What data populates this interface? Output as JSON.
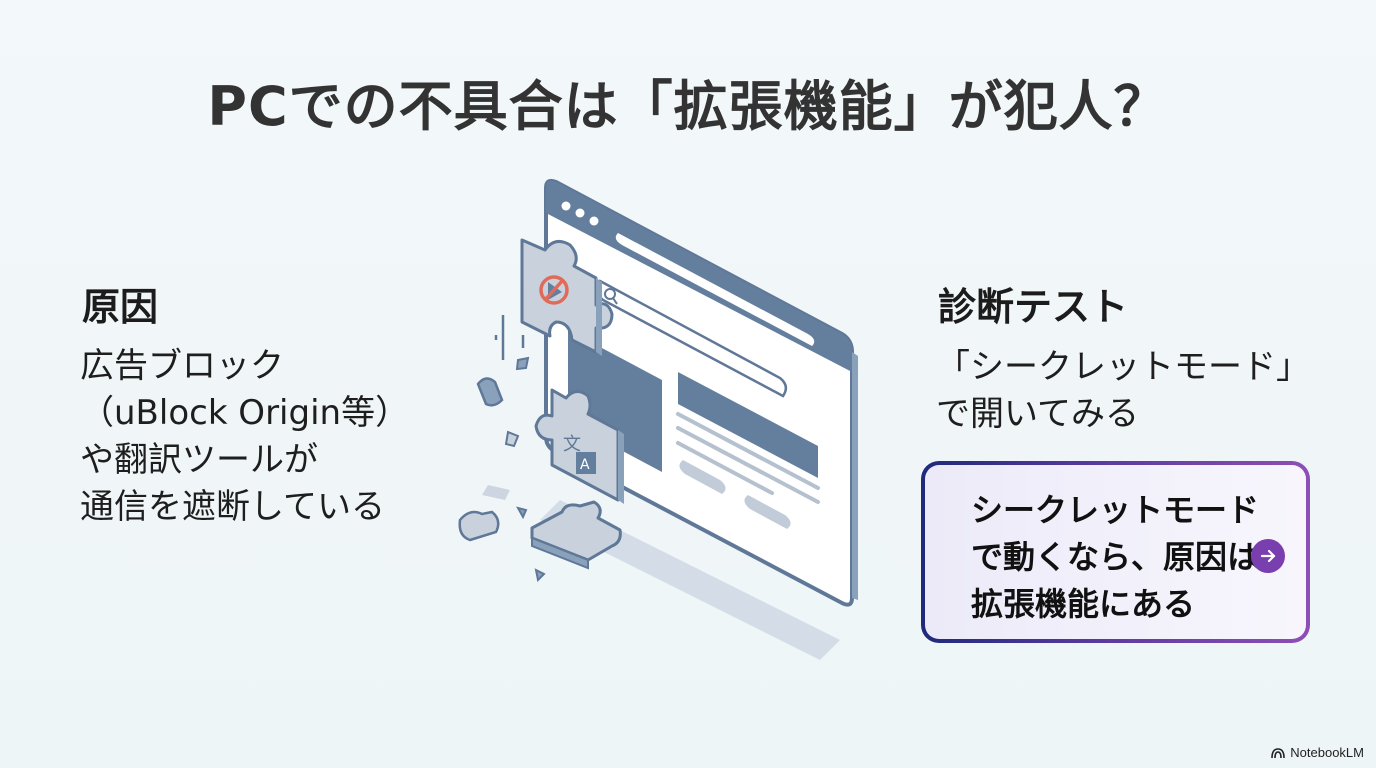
{
  "slide": {
    "title": "PCでの不具合は「拡張機能」が犯人？",
    "cause": {
      "heading": "原因",
      "body": "広告ブロック\n（uBlock Origin等）\nや翻訳ツールが\n通信を遮断している"
    },
    "diagnosis": {
      "heading": "診断テスト",
      "body": "「シークレットモード」\nで開いてみる"
    },
    "highlight": {
      "text": "シークレットモード\nで動くなら、原因は\n拡張機能にある",
      "icon": "arrow-right-icon"
    },
    "illustration": {
      "description": "Isometric browser window with broken puzzle-piece extensions (ad-block and translate) falling apart",
      "icons": [
        "browser-window-icon",
        "puzzle-piece-adblock-icon",
        "puzzle-piece-translate-icon",
        "search-icon"
      ]
    },
    "footer": {
      "brand": "NotebookLM",
      "icon": "notebooklm-logo-icon"
    }
  },
  "colors": {
    "background": "#f0f6f8",
    "title_text": "#333333",
    "illustration_primary": "#647f9e",
    "illustration_light": "#c7d2de",
    "ban_red": "#e06b5a",
    "highlight_border_start": "#1f2a7a",
    "highlight_border_end": "#8d4fb5",
    "arrow_button": "#7a3fae"
  }
}
